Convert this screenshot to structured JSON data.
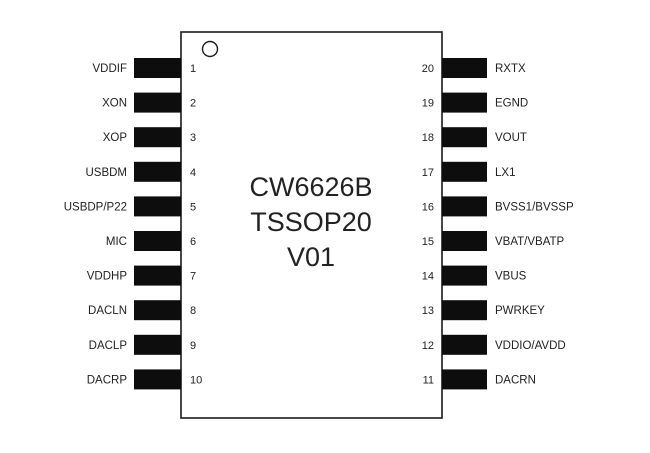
{
  "chip": {
    "line1": "CW6626B",
    "line2": "TSSOP20",
    "line3": "V01"
  },
  "colors": {
    "outline": "#1a1a1a",
    "pin": "#0d0d0d",
    "text": "#222222"
  },
  "pins_left": [
    {
      "num": "1",
      "label": "VDDIF"
    },
    {
      "num": "2",
      "label": "XON"
    },
    {
      "num": "3",
      "label": "XOP"
    },
    {
      "num": "4",
      "label": "USBDM"
    },
    {
      "num": "5",
      "label": "USBDP/P22"
    },
    {
      "num": "6",
      "label": "MIC"
    },
    {
      "num": "7",
      "label": "VDDHP"
    },
    {
      "num": "8",
      "label": "DACLN"
    },
    {
      "num": "9",
      "label": "DACLP"
    },
    {
      "num": "10",
      "label": "DACRP"
    }
  ],
  "pins_right": [
    {
      "num": "20",
      "label": "RXTX"
    },
    {
      "num": "19",
      "label": "EGND"
    },
    {
      "num": "18",
      "label": "VOUT"
    },
    {
      "num": "17",
      "label": "LX1"
    },
    {
      "num": "16",
      "label": "BVSS1/BVSSP"
    },
    {
      "num": "15",
      "label": "VBAT/VBATP"
    },
    {
      "num": "14",
      "label": "VBUS"
    },
    {
      "num": "13",
      "label": "PWRKEY"
    },
    {
      "num": "12",
      "label": "VDDIO/AVDD"
    },
    {
      "num": "11",
      "label": "DACRN"
    }
  ]
}
